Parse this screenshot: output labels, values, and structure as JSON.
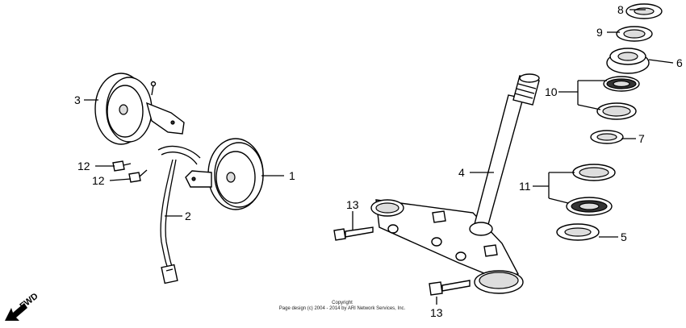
{
  "diagram": {
    "callouts": {
      "c1": "1",
      "c2": "2",
      "c3": "3",
      "c4": "4",
      "c5": "5",
      "c6": "6",
      "c7": "7",
      "c8": "8",
      "c9": "9",
      "c10": "10",
      "c11": "11",
      "c12a": "12",
      "c12b": "12",
      "c13a": "13",
      "c13b": "13"
    },
    "copyright_line1": "Copyright",
    "copyright_line2": "Page design (c) 2004 - 2014 by ARI Network Services, Inc.",
    "fwd_label": "FWD"
  }
}
